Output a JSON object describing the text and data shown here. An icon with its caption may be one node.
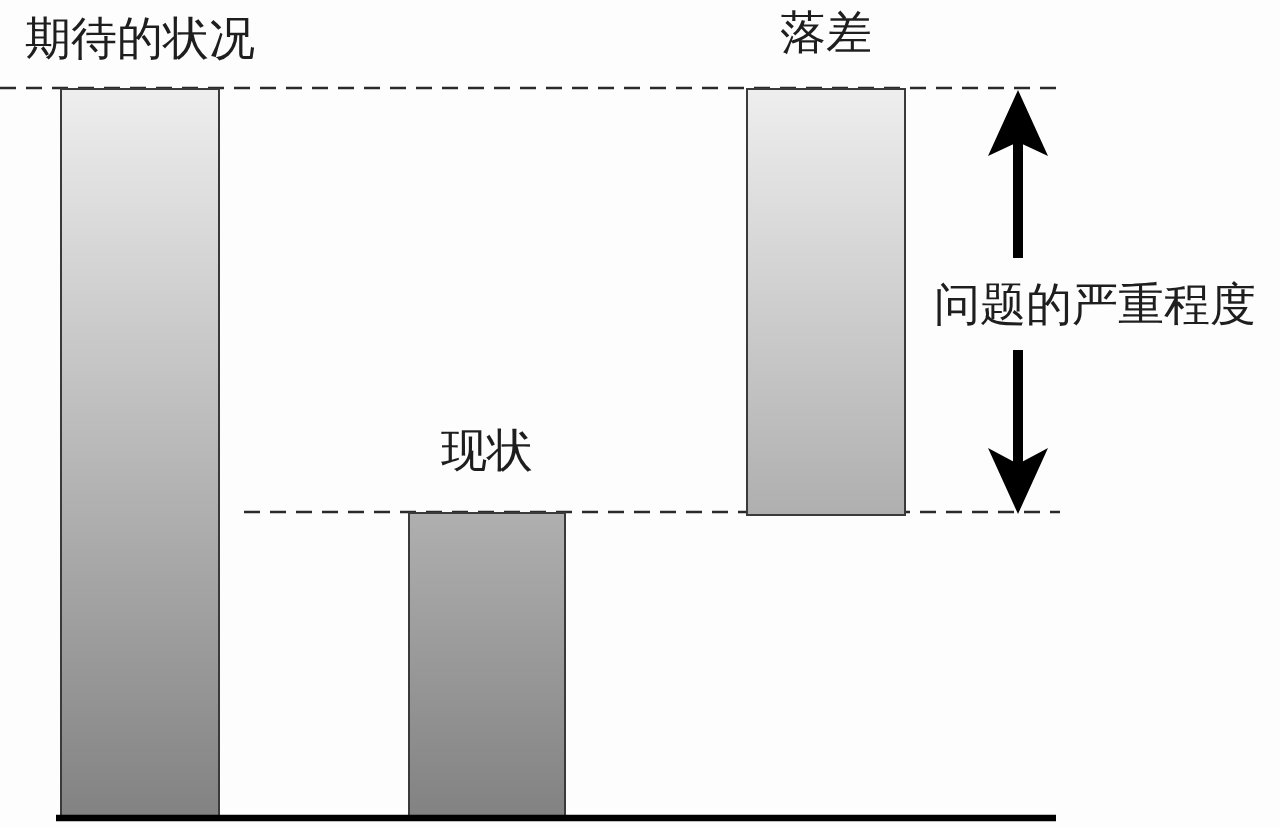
{
  "diagram": {
    "nodes": [
      {
        "text": [
          "期待的状况"
        ]
      },
      {
        "text": [
          "现状"
        ]
      },
      {
        "text": [
          "落差"
        ]
      }
    ],
    "labels": [
      "问题的严重程度"
    ]
  }
}
